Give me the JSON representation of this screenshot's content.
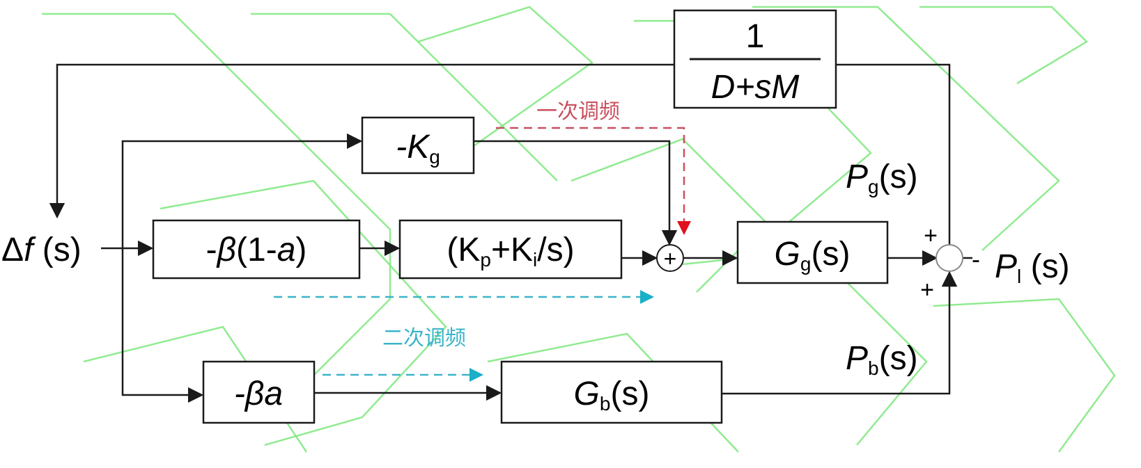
{
  "blocks": {
    "feedback_numerator": "1",
    "feedback_denominator": "D+sM",
    "kg": {
      "prefix": "-K",
      "sub": "g"
    },
    "beta_term": {
      "pre": "-",
      "greek": "β",
      "mid": "(1-",
      "var": "a",
      "post": ")"
    },
    "pi_controller": {
      "open": "(K",
      "sub_p": "p",
      "plus": "+K",
      "sub_i": "i",
      "rest": "/s)"
    },
    "gg": {
      "base": "G",
      "sub": "g",
      "arg": "(s)"
    },
    "beta_a": {
      "pre": "-",
      "greek": "β",
      "var": "a"
    },
    "gb": {
      "base": "G",
      "sub": "b",
      "arg": "(s)"
    }
  },
  "signals": {
    "input": {
      "delta": "Δ",
      "f": "f",
      "arg": " (s)"
    },
    "pg": {
      "base": "P",
      "sub": "g",
      "arg": "(s)"
    },
    "pb": {
      "base": "P",
      "sub": "b",
      "arg": "(s)"
    },
    "pl": {
      "base": "P",
      "sub": "l",
      "arg": " (s)"
    }
  },
  "junction_signs": {
    "summer1": "+",
    "summer2_top": "+",
    "summer2_bottom": "+",
    "summer2_right": "-"
  },
  "annotations": {
    "primary_regulation": "一次调频",
    "secondary_regulation": "二次调频"
  },
  "colors": {
    "primary_regulation": "#c9505e",
    "secondary_regulation": "#3ab5c8",
    "watermark": "#7de87d"
  }
}
